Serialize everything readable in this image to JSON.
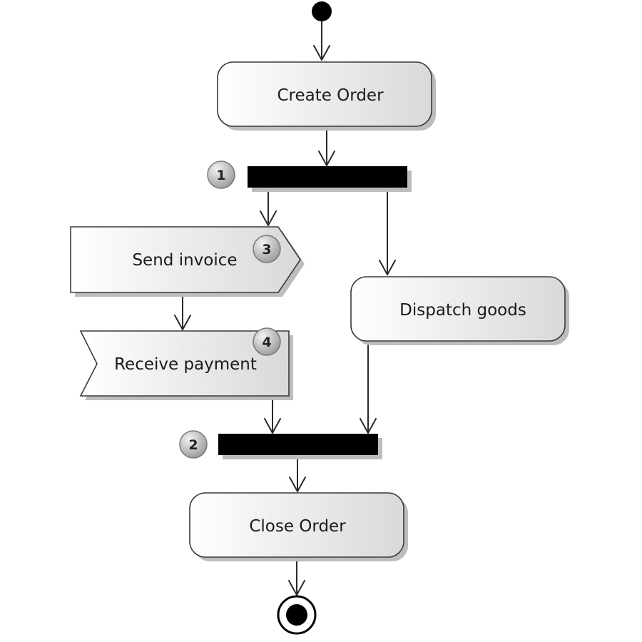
{
  "nodes": {
    "create_order": "Create Order",
    "send_invoice": "Send invoice",
    "receive_payment": "Receive payment",
    "dispatch_goods": "Dispatch goods",
    "close_order": "Close Order"
  },
  "badges": {
    "fork": "1",
    "join": "2",
    "send_invoice": "3",
    "receive_payment": "4"
  },
  "colors": {
    "node_fill_light": "#ffffff",
    "node_fill_dark": "#d9d9d9",
    "bar": "#000000",
    "badge_fill_light": "#f4f4f4",
    "badge_fill_dark": "#9a9a9a"
  }
}
